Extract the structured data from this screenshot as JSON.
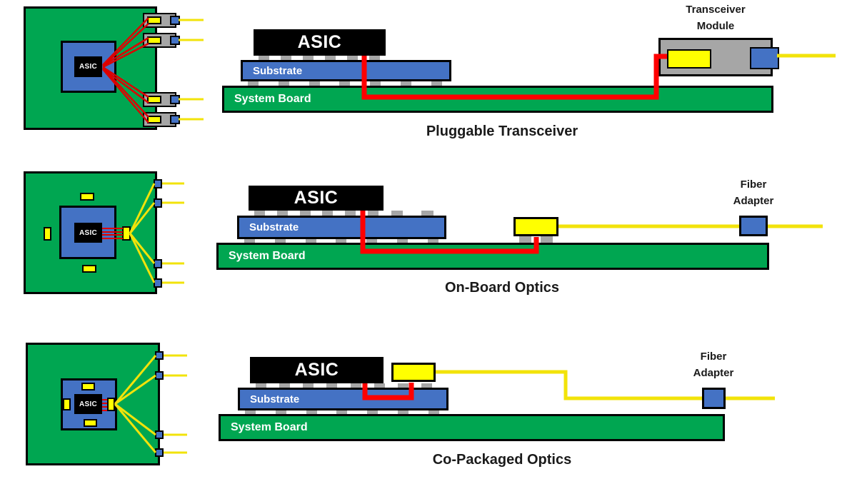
{
  "title": "Optical interconnect architectures diagram",
  "colors": {
    "board_green": "#00A651",
    "substrate_blue": "#4472C4",
    "engine_yellow": "#FFFF00",
    "fiber_yellow": "#F2E30A",
    "trace_red": "#FF0000",
    "module_gray": "#A6A6A6",
    "black": "#000000",
    "label_white": "#FFFFFF"
  },
  "pluggable": {
    "caption": "Pluggable Transceiver",
    "top": {
      "asic": "ASIC"
    },
    "side": {
      "asic": "ASIC",
      "substrate": "Substrate",
      "board": "System Board"
    },
    "module_line1": "Transceiver",
    "module_line2": "Module"
  },
  "onboard": {
    "caption": "On-Board Optics",
    "top": {
      "asic": "ASIC"
    },
    "side": {
      "asic": "ASIC",
      "substrate": "Substrate",
      "board": "System Board"
    },
    "adapter_line1": "Fiber",
    "adapter_line2": "Adapter"
  },
  "copackaged": {
    "caption": "Co-Packaged Optics",
    "top": {
      "asic": "ASIC"
    },
    "side": {
      "asic": "ASIC",
      "substrate": "Substrate",
      "board": "System Board"
    },
    "adapter_line1": "Fiber",
    "adapter_line2": "Adapter"
  }
}
